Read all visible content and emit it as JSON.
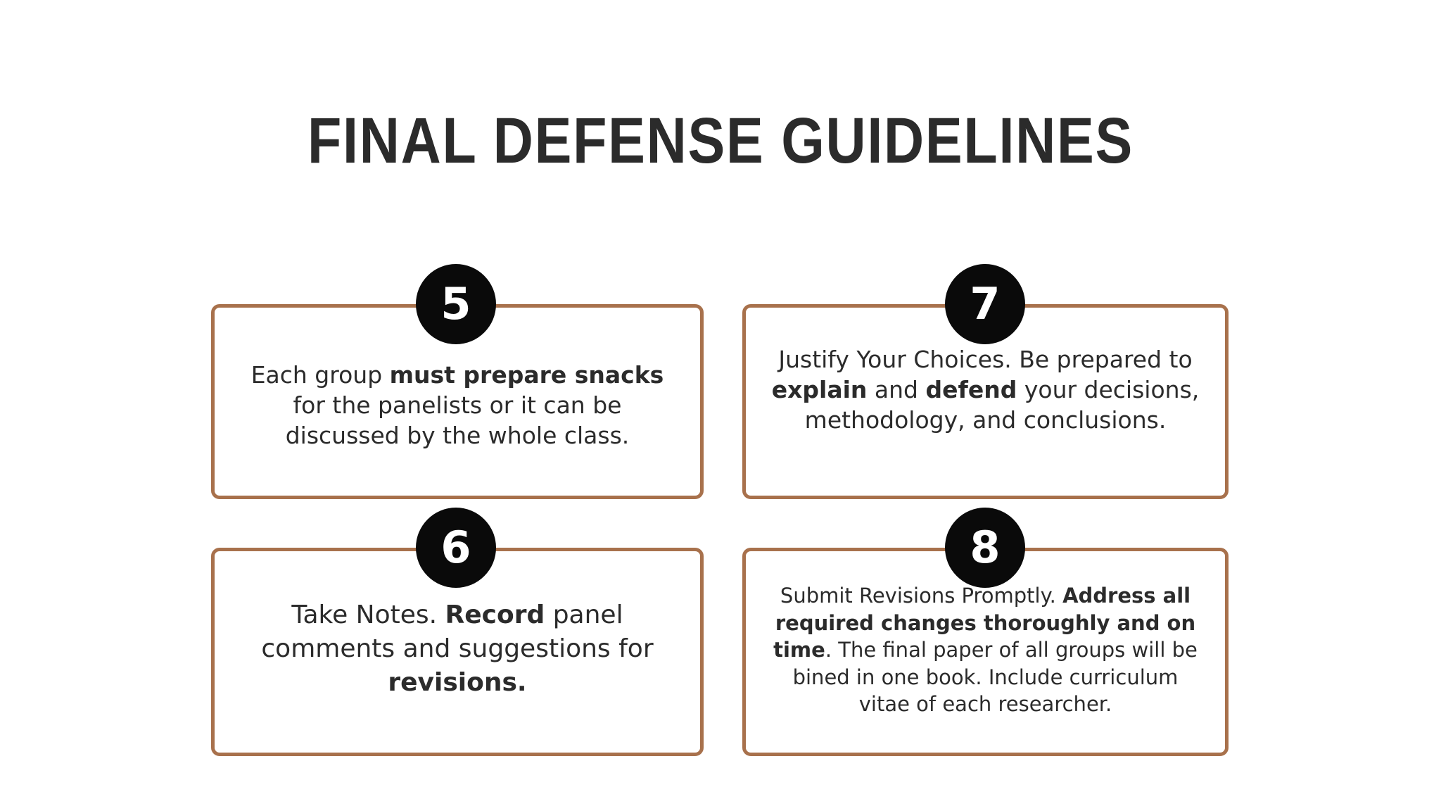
{
  "slide": {
    "title": "FINAL DEFENSE GUIDELINES",
    "background_color": "#ffffff",
    "title_color": "#2b2b2b",
    "accent_color": "#a8714c",
    "badge_color": "#0a0a0a",
    "badge_text_color": "#ffffff",
    "body_text_color": "#2b2b2b"
  },
  "cards": [
    {
      "number": "5",
      "segments": [
        {
          "text": "Each group ",
          "bold": false
        },
        {
          "text": "must prepare snacks",
          "bold": true
        },
        {
          "text": " for the panelists or it can be discussed by the whole class.",
          "bold": false
        }
      ],
      "plain_text": "Each group must prepare snacks for the panelists or it can be discussed by the whole class."
    },
    {
      "number": "7",
      "segments": [
        {
          "text": "Justify Your Choices. Be prepared to ",
          "bold": false
        },
        {
          "text": "explain",
          "bold": true
        },
        {
          "text": " and ",
          "bold": false
        },
        {
          "text": "defend",
          "bold": true
        },
        {
          "text": " your decisions, methodology, and conclusions.",
          "bold": false
        }
      ],
      "plain_text": "Justify Your Choices. Be prepared to explain and defend your decisions, methodology, and conclusions."
    },
    {
      "number": "6",
      "segments": [
        {
          "text": "Take Notes. ",
          "bold": false
        },
        {
          "text": "Record",
          "bold": true
        },
        {
          "text": " panel comments and suggestions for ",
          "bold": false
        },
        {
          "text": "revisions.",
          "bold": true
        }
      ],
      "plain_text": "Take Notes. Record panel comments and suggestions for revisions."
    },
    {
      "number": "8",
      "segments": [
        {
          "text": "Submit Revisions Promptly. ",
          "bold": false
        },
        {
          "text": "Address all required changes thoroughly and on time",
          "bold": true
        },
        {
          "text": ". The final paper of all groups will be bined in one book. Include curriculum vitae of each researcher.",
          "bold": false
        }
      ],
      "plain_text": "Submit Revisions Promptly. Address all required changes thoroughly and on time. The final paper of all groups will be bined in one book. Include curriculum vitae of each researcher."
    }
  ]
}
